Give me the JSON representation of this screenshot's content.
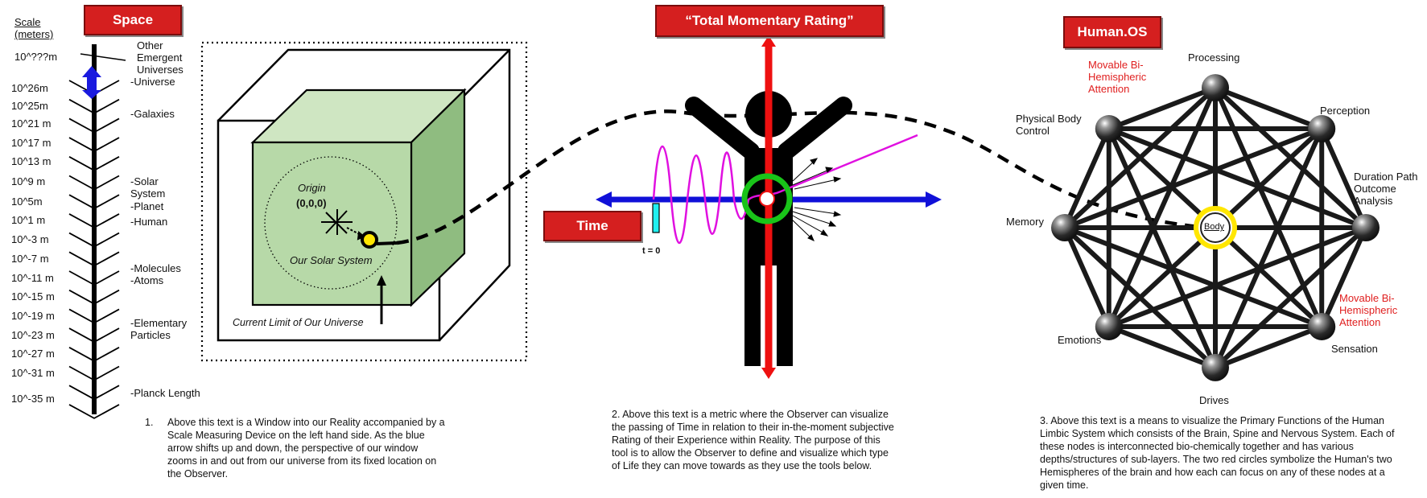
{
  "colors": {
    "title_bg": "#d51f1f",
    "time_arrow": "#1010d8",
    "rating_arrow": "#ee1010",
    "wave": "#e010e0",
    "cube_fill": "#b7d9a8",
    "highlight_yellow": "#ffe600",
    "focus_green": "#19c419",
    "scale_arrow": "#1a1adf",
    "attention_text": "#e02020"
  },
  "titles": {
    "space": "Space",
    "rating": "“Total Momentary Rating”",
    "time": "Time",
    "human_os": "Human.OS"
  },
  "scale": {
    "header": "Scale (meters)",
    "top_mark": "10^???m",
    "marks": [
      "10^26m",
      "10^25m",
      "10^21 m",
      "10^17 m",
      "10^13 m",
      "10^9 m",
      "10^5m",
      "10^1 m",
      "10^-3 m",
      "10^-7 m",
      "10^-11 m",
      "10^-15 m",
      "10^-19 m",
      "10^-23 m",
      "10^-27 m",
      "10^-31 m",
      "10^-35 m"
    ],
    "labels": {
      "other": "Other Emergent Universes",
      "universe": "-Universe",
      "galaxies": "-Galaxies",
      "solar": "-Solar System",
      "planet": "-Planet",
      "human": "-Human",
      "molecules": "-Molecules",
      "atoms": "-Atoms",
      "elementary": "-Elementary Particles",
      "planck": "-Planck Length"
    }
  },
  "window": {
    "origin_label": "Origin",
    "origin_coords": "(0,0,0)",
    "solar_system": "Our Solar System",
    "current_limit": "Current Limit of Our Universe"
  },
  "time_panel": {
    "t0": "t = 0"
  },
  "human_os": {
    "nodes": {
      "processing": "Processing",
      "perception": "Perception",
      "duration": "Duration Path Outcome Analysis",
      "sensation": "Sensation",
      "drives": "Drives",
      "emotions": "Emotions",
      "memory": "Memory",
      "physical": "Physical Body Control",
      "body": "Body"
    },
    "attention_top": "Movable Bi-Hemispheric Attention",
    "attention_bottom": "Movable Bi-Hemispheric Attention"
  },
  "captions": {
    "one_num": "1.",
    "one": "Above this text is a Window into our Reality accompanied by a Scale Measuring Device on the left hand side. As the blue arrow shifts up and down, the perspective of our window zooms in and out from our universe from its fixed location on the Observer.",
    "two": "2.  Above this text is a metric where the Observer can visualize the passing of Time in relation to their in-the-moment subjective Rating of their Experience within Reality. The purpose of this tool is to allow the Observer to define and visualize which type of Life they can move towards as they use the tools below.",
    "three": "3. Above this text is a means to visualize the Primary Functions of the Human Limbic System which consists of the Brain, Spine and Nervous System. Each of these nodes is interconnected bio-chemically together and has various depths/structures of sub-layers. The two red circles symbolize the Human's two Hemispheres of the brain and how each can focus on any of these nodes at a given time."
  }
}
